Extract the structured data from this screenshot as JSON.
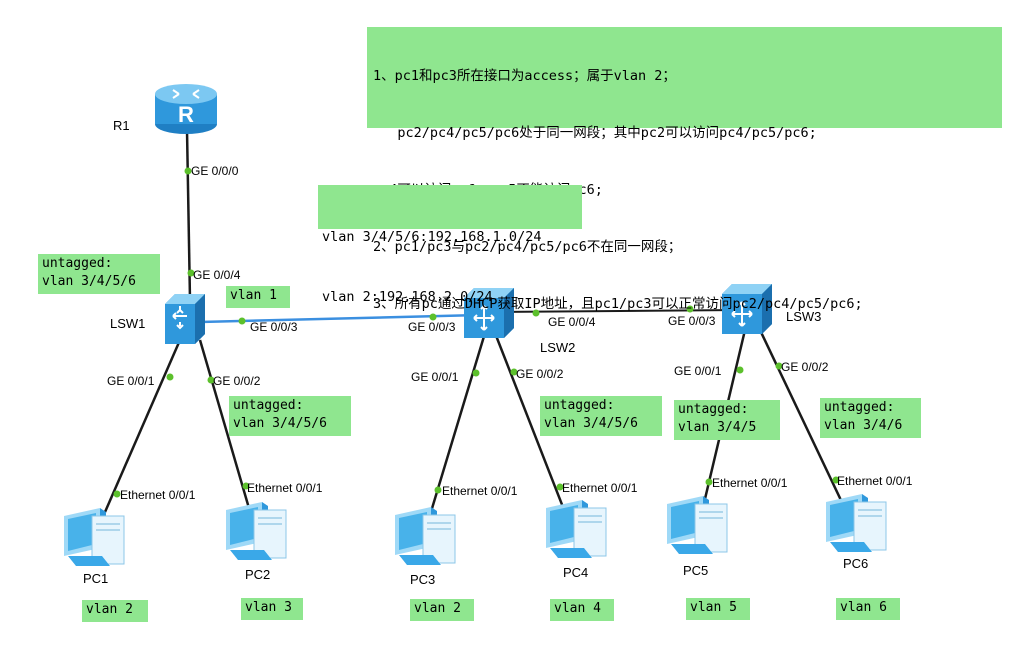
{
  "requirements": [
    "1、pc1和pc3所在接口为access；属于vlan 2；",
    "   pc2/pc4/pc5/pc6处于同一网段；其中pc2可以访问pc4/pc5/pc6;",
    "pc4可以访问pc6; pc5不能访问pc6;",
    "2、pc1/pc3与pc2/pc4/pc5/pc6不在同一网段；",
    "3、所有pc通过DHCP获取IP地址，且pc1/pc3可以正常访问pc2/pc4/pc5/pc6;"
  ],
  "subnets": [
    "vlan 3/4/5/6:192.168.1.0/24",
    "vlan 2:192.168.2.0/24"
  ],
  "devices": {
    "r1": "R1",
    "lsw1": "LSW1",
    "lsw2": "LSW2",
    "lsw3": "LSW3",
    "pc1": "PC1",
    "pc2": "PC2",
    "pc3": "PC3",
    "pc4": "PC4",
    "pc5": "PC5",
    "pc6": "PC6"
  },
  "ports": {
    "r1_g000": "GE 0/0/0",
    "lsw1_g004": "GE 0/0/4",
    "lsw1_g003": "GE 0/0/3",
    "lsw1_g001": "GE 0/0/1",
    "lsw1_g002": "GE 0/0/2",
    "lsw2_g003": "GE 0/0/3",
    "lsw2_g004": "GE 0/0/4",
    "lsw2_g001": "GE 0/0/1",
    "lsw2_g002": "GE 0/0/2",
    "lsw3_g003": "GE 0/0/3",
    "lsw3_g001": "GE 0/0/1",
    "lsw3_g002": "GE 0/0/2",
    "pc_eth": "Ethernet 0/0/1"
  },
  "tags": {
    "lsw1_g004": "untagged:\nvlan 3/4/5/6",
    "lsw1_g003": "vlan 1",
    "lsw1_g002": "untagged:\nvlan 3/4/5/6",
    "lsw2_g002": "untagged:\nvlan 3/4/5/6",
    "lsw3_g001": "untagged:\nvlan 3/4/5",
    "lsw3_g002": "untagged:\nvlan 3/4/6"
  },
  "pc_vlans": {
    "pc1": "vlan 2",
    "pc2": "vlan 3",
    "pc3": "vlan 2",
    "pc4": "vlan 4",
    "pc5": "vlan 5",
    "pc6": "vlan 6"
  },
  "colors": {
    "note_bg": "#8fe68f",
    "link": "#1a1a1a",
    "trunk_link": "#3b8fe0",
    "port_dot": "#5cc02c",
    "device_blue": "#3aa8e8"
  },
  "icons": {
    "router": "router-icon",
    "switch": "switch-icon",
    "pc": "pc-icon"
  }
}
